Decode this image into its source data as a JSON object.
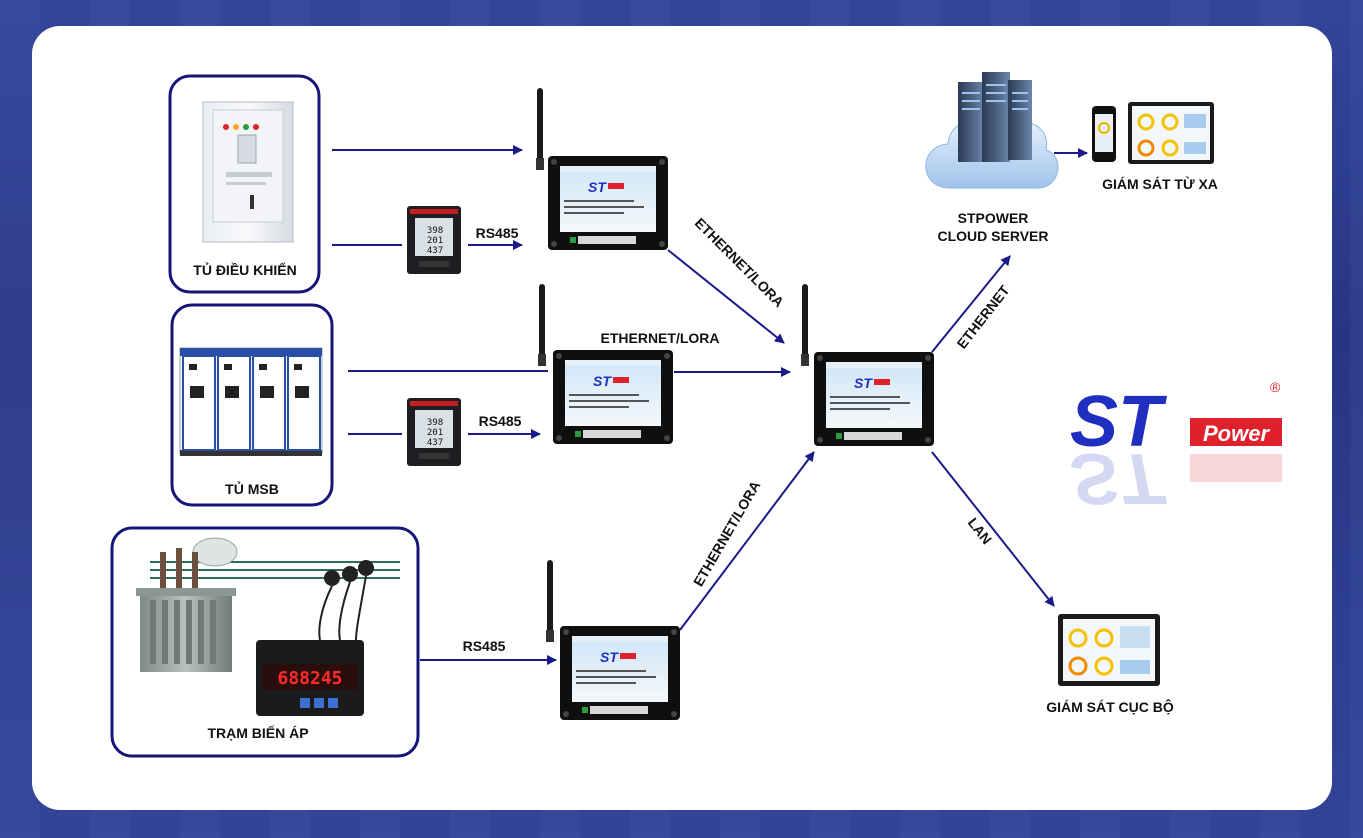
{
  "sources": {
    "cabinet_control": {
      "label": "TỦ ĐIỀU KHIỂN"
    },
    "cabinet_msb": {
      "label": "TỦ MSB"
    },
    "substation": {
      "label": "TRẠM BIẾN ÁP",
      "meter_reading": "688245"
    }
  },
  "links": {
    "rs485_top": "RS485",
    "rs485_mid": "RS485",
    "rs485_bottom": "RS485",
    "ethernet_lora_top": "ETHERNET/LORA",
    "ethernet_lora_mid": "ETHERNET/LORA",
    "ethernet_lora_bottom": "ETHERNET/LORA",
    "ethernet_cloud": "ETHERNET",
    "lan": "LAN"
  },
  "meter": {
    "line1": "398",
    "line2": "201",
    "line3": "437"
  },
  "cloud": {
    "line1": "STPOWER",
    "line2": "CLOUD SERVER"
  },
  "monitor": {
    "remote": "GIÁM SÁT TỪ XA",
    "local": "GIÁM SÁT CỤC BỘ"
  },
  "logo": {
    "text_main": "ST",
    "text_sub": "Power",
    "registered": "®"
  },
  "colors": {
    "line": "#1a1a8a",
    "frame": "#15157a",
    "brand_blue": "#1f2fbf",
    "brand_red": "#e0202a"
  }
}
